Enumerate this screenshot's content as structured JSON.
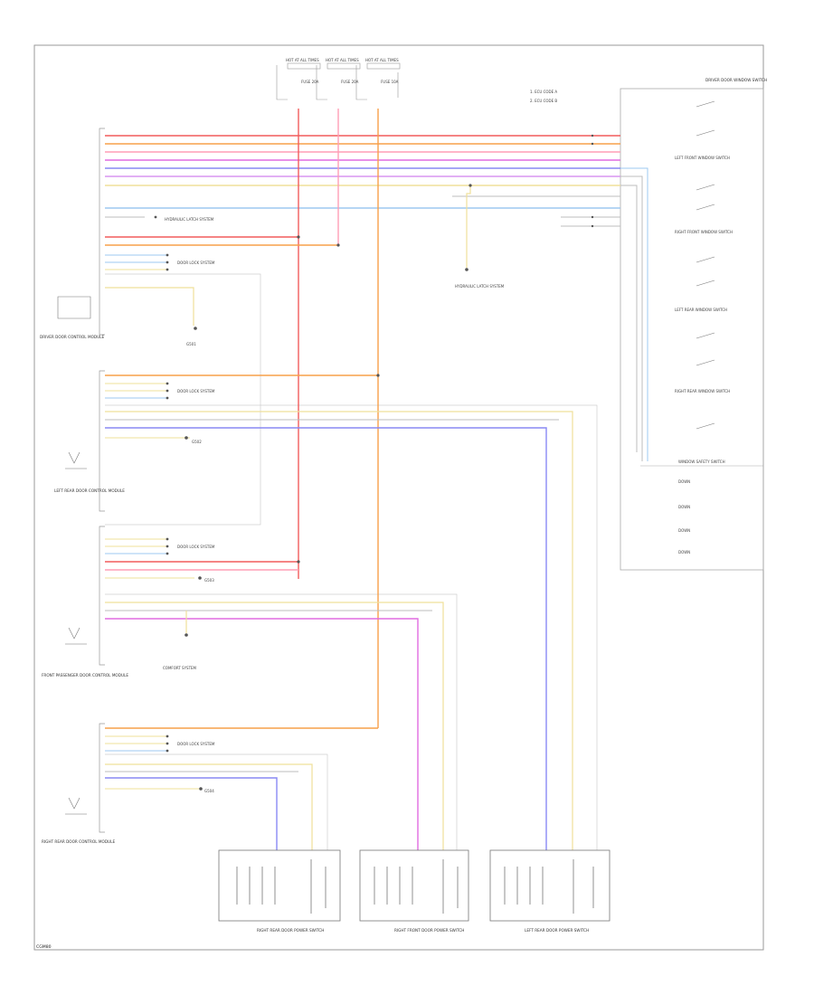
{
  "colors": {
    "red": "#f25c5c",
    "pink": "#ff9eb6",
    "orange": "#f7a04a",
    "magenta": "#e06ce0",
    "violet": "#d896f0",
    "blue": "#8888f4",
    "yellow": "#efe09a",
    "lightblue": "#9ec8f0",
    "gray": "#bdbdbd",
    "black": "#222222"
  },
  "top_fuses": [
    {
      "name": "HOT AT ALL TIMES",
      "label": "FUSE 20A"
    },
    {
      "name": "HOT AT ALL TIMES",
      "label": "FUSE 20A"
    },
    {
      "name": "HOT AT ALL TIMES",
      "label": "FUSE 10A"
    }
  ],
  "top_right_note": [
    "1. ECU CODE A",
    "2. ECU CODE B"
  ],
  "modules": [
    {
      "name": "DRIVER DOOR CONTROL MODULE",
      "label": "DRIVER DOOR CONTROL MODULE"
    },
    {
      "name": "LEFT REAR DOOR CONTROL MODULE",
      "label": "LEFT REAR DOOR CONTROL MODULE"
    },
    {
      "name": "FRONT PASSENGER DOOR CONTROL MODULE",
      "label": "FRONT PASSENGER DOOR CONTROL MODULE"
    },
    {
      "name": "RIGHT REAR DOOR CONTROL MODULE",
      "label": "RIGHT REAR DOOR CONTROL MODULE"
    }
  ],
  "center_labels": {
    "hydraulic": "HYDRAULIC LATCH SYSTEM",
    "door_lock_system": "DOOR LOCK SYSTEM",
    "comfort": "COMFORT SYSTEM",
    "ground1": "G501",
    "ground2": "G502",
    "ground3": "G503",
    "ground4": "G504"
  },
  "switches": [
    {
      "name": "RIGHT REAR DOOR POWER SWITCH",
      "label": "RIGHT REAR DOOR POWER SWITCH"
    },
    {
      "name": "RIGHT FRONT DOOR POWER SWITCH",
      "label": "RIGHT FRONT DOOR POWER SWITCH"
    },
    {
      "name": "LEFT REAR DOOR POWER SWITCH",
      "label": "LEFT REAR DOOR POWER SWITCH"
    }
  ],
  "right_panel": {
    "title": "DRIVER DOOR WINDOW SWITCH",
    "sections": [
      "LEFT FRONT WINDOW SWITCH",
      "RIGHT FRONT WINDOW SWITCH",
      "LEFT REAR WINDOW SWITCH",
      "RIGHT REAR WINDOW SWITCH",
      "WINDOW SAFETY SWITCH"
    ],
    "bottom_rows": [
      "DOWN",
      "DOWN",
      "DOWN",
      "DOWN"
    ]
  },
  "page_code": "CGM80"
}
